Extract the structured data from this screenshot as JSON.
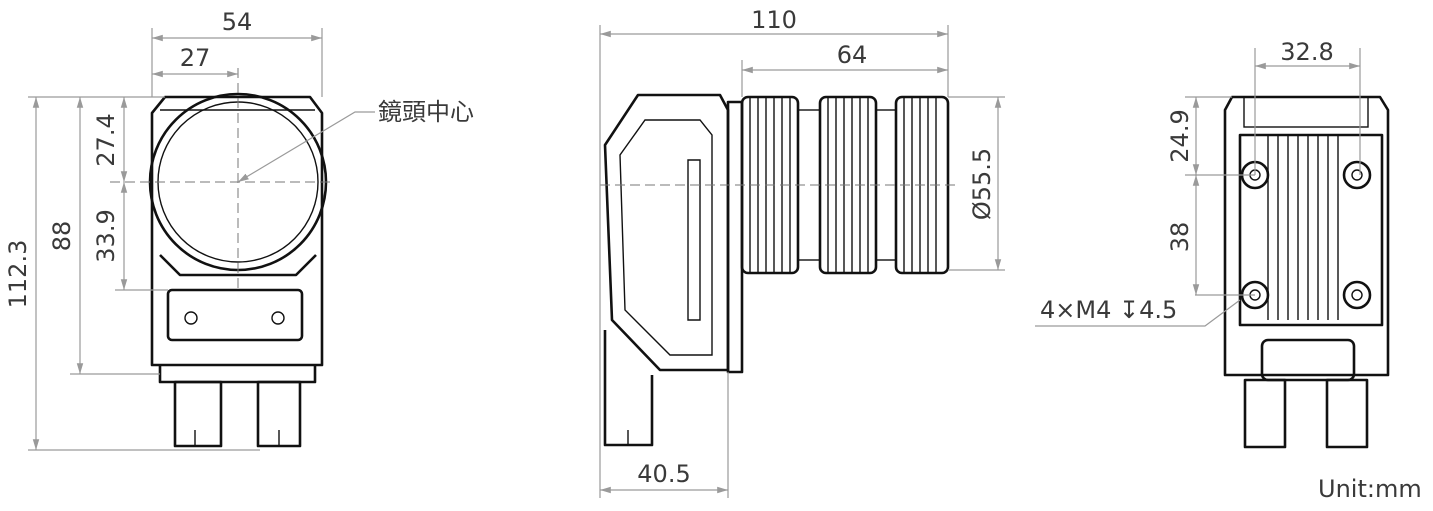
{
  "front_view": {
    "width_total": "54",
    "width_half": "27",
    "height_total": "112.3",
    "height_body": "88",
    "lens_top_offset": "27.4",
    "lens_to_plate": "33.9",
    "lens_center_label": "鏡頭中心"
  },
  "side_view": {
    "length_total": "110",
    "lens_length": "64",
    "lens_diameter": "Ø55.5",
    "base_depth": "40.5"
  },
  "back_view": {
    "hole_spacing_width": "32.8",
    "top_offset": "24.9",
    "hole_spacing_height": "38",
    "mount_holes": "4×M4 ↧4.5"
  },
  "unit_label": "Unit:mm"
}
